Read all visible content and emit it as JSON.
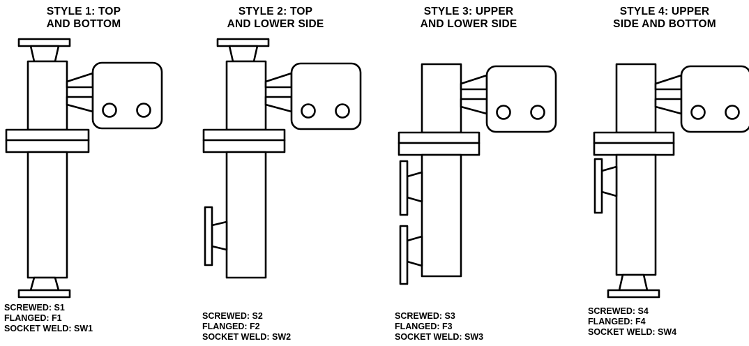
{
  "styles": [
    {
      "title_line1": "STYLE 1: TOP",
      "title_line2": "AND BOTTOM",
      "screwed": "SCREWED: S1",
      "flanged": "FLANGED: F1",
      "socket_weld": "SOCKET WELD: SW1"
    },
    {
      "title_line1": "STYLE 2: TOP",
      "title_line2": "AND LOWER SIDE",
      "screwed": "SCREWED: S2",
      "flanged": "FLANGED: F2",
      "socket_weld": "SOCKET WELD: SW2"
    },
    {
      "title_line1": "STYLE 3: UPPER",
      "title_line2": "AND LOWER SIDE",
      "screwed": "SCREWED: S3",
      "flanged": "FLANGED: F3",
      "socket_weld": "SOCKET WELD: SW3"
    },
    {
      "title_line1": "STYLE 4: UPPER",
      "title_line2": "SIDE AND BOTTOM",
      "screwed": "SCREWED: S4",
      "flanged": "FLANGED: F4",
      "socket_weld": "SOCKET WELD: SW4"
    }
  ]
}
